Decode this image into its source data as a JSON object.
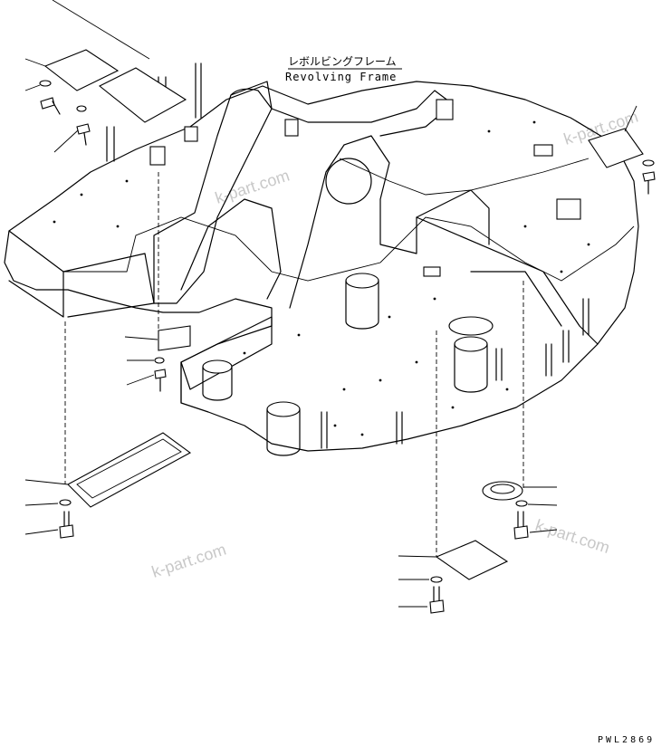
{
  "diagram": {
    "title_jp": "レボルビングフレーム",
    "title_en": "Revolving Frame",
    "drawing_code": "PWL2869",
    "watermark": "k-part.com"
  }
}
